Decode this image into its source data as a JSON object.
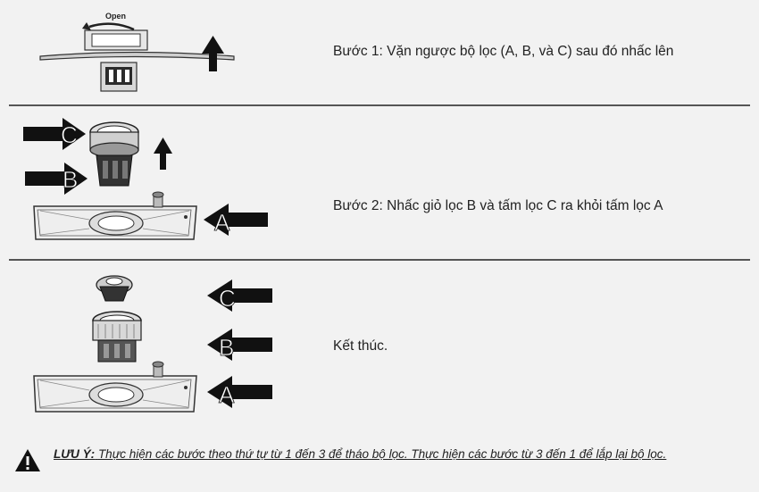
{
  "step1": {
    "text": "Bước 1: Vặn ngược bộ lọc (A, B, và C) sau đó nhấc lên",
    "open_label": "Open"
  },
  "step2": {
    "text": "Bước 2: Nhấc giỏ lọc B và tấm lọc C ra khỏi tấm lọc A",
    "labels": {
      "c": "C",
      "b": "B",
      "a": "A"
    }
  },
  "step3": {
    "text": "Kết thúc.",
    "labels": {
      "c": "C",
      "b": "B",
      "a": "A"
    }
  },
  "note": {
    "label": "LƯU Ý:",
    "text": "Thực hiện các bước theo thứ tự từ 1 đến 3 để tháo bộ lọc. Thực hiện các bước từ 3 đến 1 để lắp lại bộ lọc."
  }
}
